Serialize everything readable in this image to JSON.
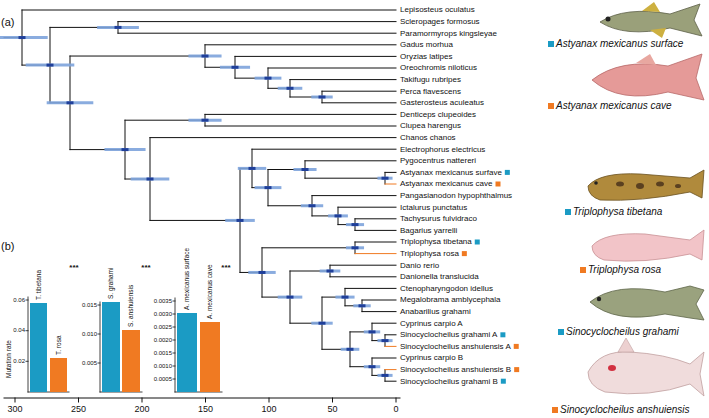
{
  "diagram": {
    "labels": [
      "(a)",
      "Lepisosteus oculatus",
      "Scleropages formosus",
      "Paramormyrops kingsleyae",
      "Gadus morhua",
      "Oryzias latipes",
      "Oreochromis niloticus",
      "Takifugu rubripes",
      "Perca flavescens",
      "Gasterosteus aculeatus",
      "Denticeps clupeoides",
      "Clupea harengus",
      "Chanos chanos",
      "Electrophorus electricus",
      "Pygocentrus nattereri",
      "Astyanax mexicanus surfave",
      "Astyanax mexicanus cave",
      "Pangasianodon hypophthalmus",
      "Ictalurus punctatus",
      "Tachysurus fulvidraco",
      "Bagarius yarrelli",
      "Triplophysa tibetana",
      "Triplophysa rosa",
      "Danio rerio",
      "Danionella translucida",
      "Ctenopharyngodon idellus",
      "Megalobrama amblycephala",
      "Anabarilius grahami",
      "Cyprinus carpio A",
      "Sinocyclocheilus grahami A",
      "Sinocyclocheilus anshuiensis A",
      "Cyprinus carpio B",
      "Sinocyclocheilus anshuiensis B",
      "Sinocyclocheilus grahami B",
      "Astyanax mexicanus surface",
      "Astyanax mexicanus cave",
      "Triplophysa tibetana",
      "Triplophysa rosa",
      "Sinocyclocheilus grahami",
      "Sinocyclocheilus anshuiensis",
      "(b)",
      "Mutation rate",
      "0.06",
      "0.04",
      "0.02",
      "0.015",
      "0.010",
      "0.005",
      "0.0035",
      "0.0030",
      "0.0025",
      "0.0020",
      "0.0015",
      "0.0010",
      "0.0005",
      "T. tibetana",
      "T. rosa",
      "S. grahami",
      "S. anshuiensis",
      "A. mexicanus surface",
      "A. mexicanus cave",
      "***",
      "***",
      "***",
      "300",
      "250",
      "200",
      "150",
      "100",
      "50",
      "0"
    ]
  }
}
